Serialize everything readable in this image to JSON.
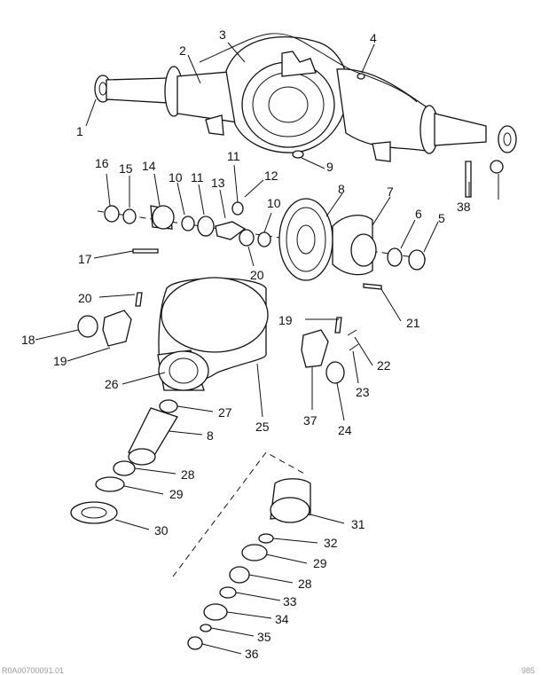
{
  "callouts": [
    {
      "label": "1"
    },
    {
      "label": "2"
    },
    {
      "label": "3"
    },
    {
      "label": "4"
    },
    {
      "label": "5"
    },
    {
      "label": "6"
    },
    {
      "label": "7"
    },
    {
      "label": "8"
    },
    {
      "label": "9"
    },
    {
      "label": "10"
    },
    {
      "label": "11"
    },
    {
      "label": "12"
    },
    {
      "label": "13"
    },
    {
      "label": "14"
    },
    {
      "label": "15"
    },
    {
      "label": "16"
    },
    {
      "label": "17"
    },
    {
      "label": "18"
    },
    {
      "label": "19"
    },
    {
      "label": "20"
    },
    {
      "label": "21"
    },
    {
      "label": "22"
    },
    {
      "label": "23"
    },
    {
      "label": "24"
    },
    {
      "label": "25"
    },
    {
      "label": "26"
    },
    {
      "label": "27"
    },
    {
      "label": "8"
    },
    {
      "label": "28"
    },
    {
      "label": "29"
    },
    {
      "label": "30"
    },
    {
      "label": "31"
    },
    {
      "label": "32"
    },
    {
      "label": "29"
    },
    {
      "label": "28"
    },
    {
      "label": "33"
    },
    {
      "label": "34"
    },
    {
      "label": "35"
    },
    {
      "label": "36"
    },
    {
      "label": "11"
    },
    {
      "label": "10"
    },
    {
      "label": "20"
    },
    {
      "label": "19"
    }
  ],
  "footer": {
    "left_code": "R0A00700091.01",
    "right_code": "985"
  }
}
